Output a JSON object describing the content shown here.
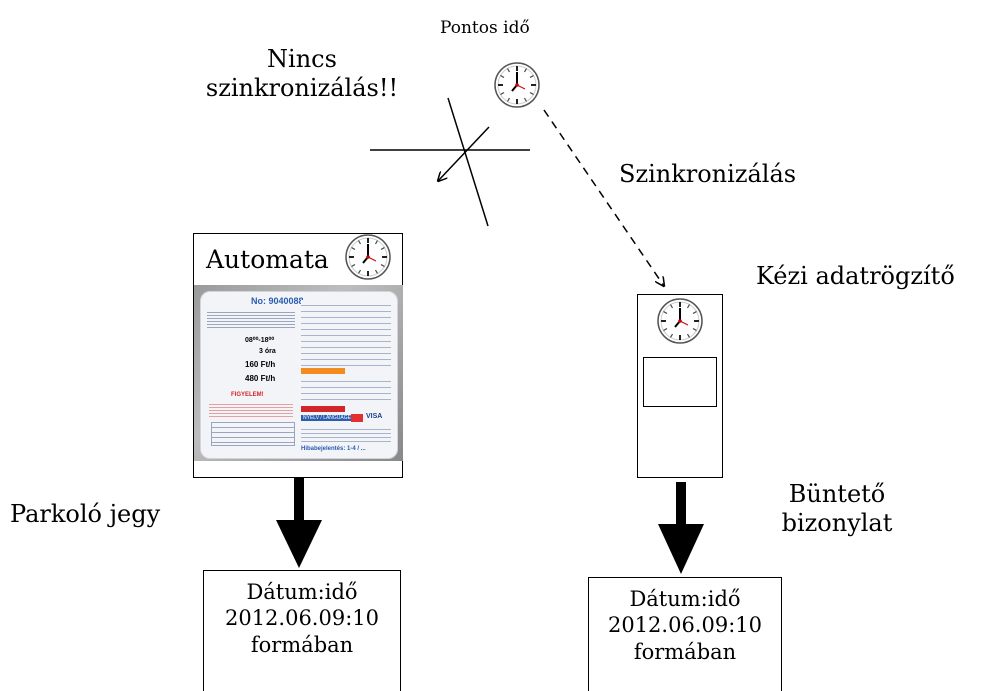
{
  "labels": {
    "exact_time": "Pontos idő",
    "no_sync_line1": "Nincs",
    "no_sync_line2": "szinkronizálás!!",
    "sync": "Szinkronizálás",
    "automata": "Automata",
    "handheld": "Kézi adatrögzítő",
    "parking_ticket": "Parkoló jegy",
    "penalty_line1": "Büntető",
    "penalty_line2": "bizonylat"
  },
  "doc_left": {
    "line1": "Dátum:idő",
    "line2": "2012.06.09:10",
    "line3": "formában"
  },
  "doc_right": {
    "line1": "Dátum:idő",
    "line2": "2012.06.09:10",
    "line3": "formában"
  },
  "ticket": {
    "number": "No: 9040088",
    "hours": "08⁰⁰-18⁰⁰",
    "max": "3 óra",
    "rate_car": "160 Ft/h",
    "rate_bus": "480 Ft/h",
    "warning": "FIGYELEM!",
    "footer": "Hibabejelentés: 1-4 / ...",
    "language": "NYELV / LANGUAGE",
    "visa": "VISA"
  },
  "icons": [
    "clock-icon",
    "arrow-down-icon",
    "dashed-arrow-icon",
    "crossed-arrow-icon"
  ],
  "colors": {
    "ink": "#000000",
    "ticket_blue": "#2a5db0",
    "ticket_red": "#d0262a",
    "ticket_orange": "#f28c1e"
  }
}
